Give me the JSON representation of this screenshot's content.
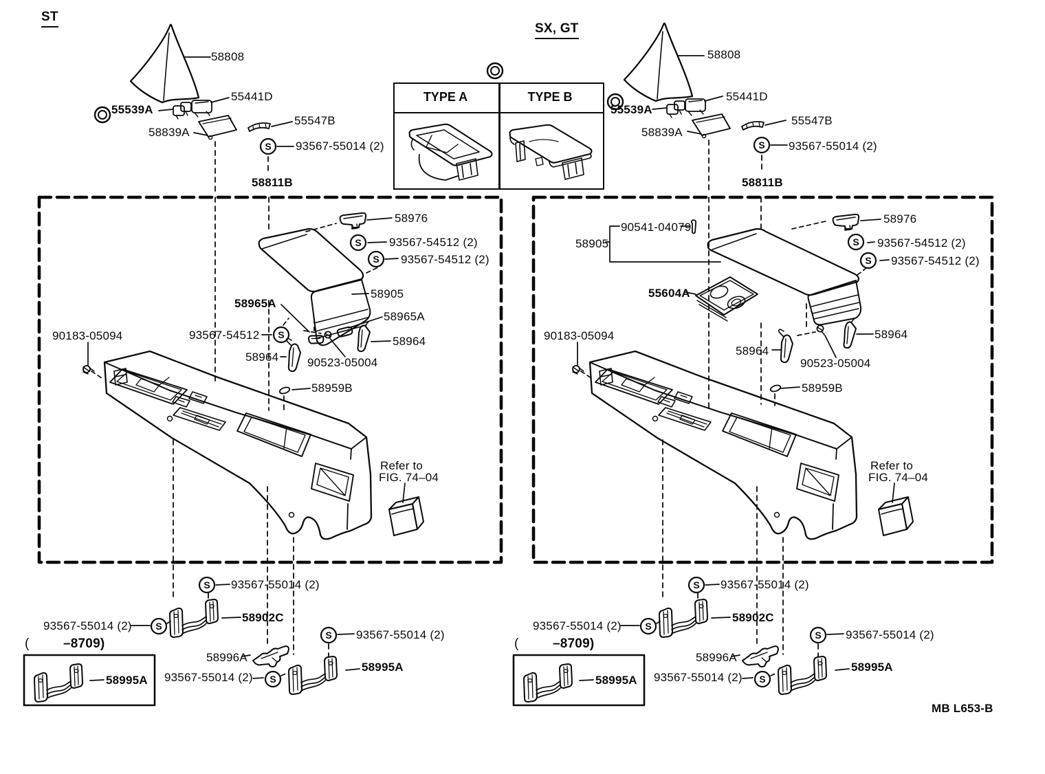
{
  "titles": {
    "st": "ST",
    "sx_gt": "SX, GT",
    "doc_code": "MB L653-B"
  },
  "type_table": {
    "type_a": "TYPE A",
    "type_b": "TYPE B"
  },
  "refer_note": {
    "line1": "Refer to",
    "line2": "FIG. 74–04"
  },
  "range_note": {
    "open": "(",
    "code": "–8709)"
  },
  "symbol": {
    "s": "S"
  },
  "parts": {
    "p58808": "58808",
    "p55441D": "55441D",
    "p55539A": "55539A",
    "p58839A": "58839A",
    "p55547B": "55547B",
    "p93567_55014": "93567-55014 (2)",
    "p58811B": "58811B",
    "p58976": "58976",
    "p93567_54512_2": "93567-54512 (2)",
    "p93567_54512": "93567-54512",
    "p58905": "58905",
    "p58965A": "58965A",
    "p58964": "58964",
    "p90523_05004": "90523-05004",
    "p90183_05094": "90183-05094",
    "p58959B": "58959B",
    "p58902C": "58902C",
    "p58996A": "58996A",
    "p58995A": "58995A",
    "p90541_04079": "90541-04079",
    "p55604A": "55604A"
  },
  "colors": {
    "ink": "#0a0a0a",
    "paper": "#ffffff"
  }
}
